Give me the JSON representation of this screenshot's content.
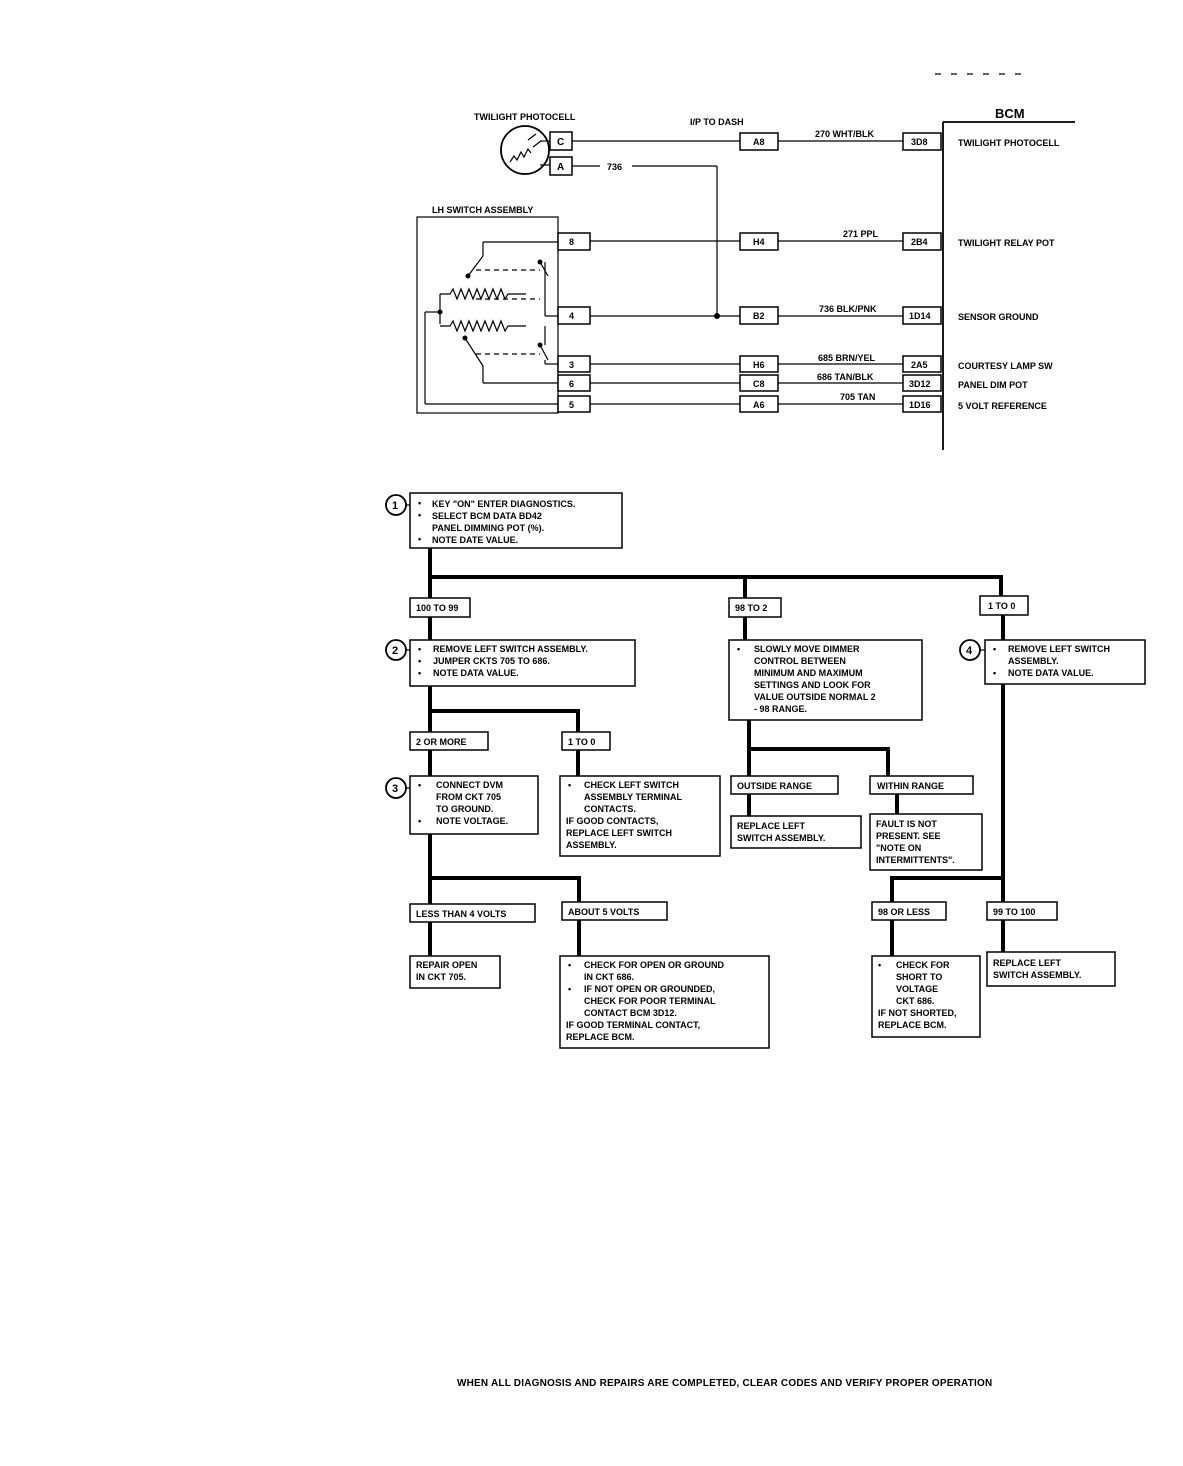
{
  "schematic": {
    "bcm_title": "BCM",
    "photocell_label": "TWILIGHT PHOTOCELL",
    "ip_to_dash_label": "I/P TO DASH",
    "lh_switch_label": "LH SWITCH ASSEMBLY",
    "photocell_pins": [
      "C",
      "A"
    ],
    "wire_736": "736",
    "switch_pins": [
      "8",
      "4",
      "3",
      "6",
      "5"
    ],
    "dash_connectors": [
      "A8",
      "H4",
      "B2",
      "H6",
      "C8",
      "A6"
    ],
    "wires": [
      "270 WHT/BLK",
      "271 PPL",
      "736 BLK/PNK",
      "685 BRN/YEL",
      "686 TAN/BLK",
      "705 TAN"
    ],
    "bcm_pins": [
      "3D8",
      "2B4",
      "1D14",
      "2A5",
      "3D12",
      "1D16"
    ],
    "bcm_functions": [
      "TWILIGHT PHOTOCELL",
      "TWILIGHT RELAY POT",
      "SENSOR GROUND",
      "COURTESY LAMP SW",
      "PANEL DIM POT",
      "5 VOLT REFERENCE"
    ]
  },
  "flowchart": {
    "steps": [
      "1",
      "2",
      "3",
      "4"
    ],
    "box1": [
      "KEY \"ON\" ENTER DIAGNOSTICS.",
      "SELECT BCM DATA BD42",
      "PANEL DIMMING POT (%).",
      "NOTE DATE VALUE."
    ],
    "branch_top": [
      "100 TO 99",
      "98 TO 2",
      "1 TO 0"
    ],
    "box2": [
      "REMOVE LEFT SWITCH ASSEMBLY.",
      "JUMPER CKTS 705 TO 686.",
      "NOTE DATA VALUE."
    ],
    "box_mid": [
      "SLOWLY MOVE DIMMER",
      "CONTROL BETWEEN",
      "MINIMUM AND MAXIMUM",
      "SETTINGS AND LOOK FOR",
      "VALUE OUTSIDE NORMAL 2",
      "- 98 RANGE."
    ],
    "box4": [
      "REMOVE LEFT SWITCH",
      "ASSEMBLY.",
      "NOTE DATA VALUE."
    ],
    "branch_2": [
      "2 OR MORE",
      "1 TO 0"
    ],
    "branch_mid": [
      "OUTSIDE RANGE",
      "WITHIN RANGE"
    ],
    "box3": [
      "CONNECT DVM",
      "FROM CKT 705",
      "TO GROUND.",
      "NOTE VOLTAGE."
    ],
    "box_check_contacts": [
      "CHECK LEFT SWITCH",
      "ASSEMBLY TERMINAL",
      "CONTACTS.",
      "IF GOOD CONTACTS,",
      "REPLACE LEFT SWITCH",
      "ASSEMBLY."
    ],
    "box_replace_mid": [
      "REPLACE LEFT",
      "SWITCH ASSEMBLY."
    ],
    "box_fault": [
      "FAULT IS NOT",
      "PRESENT. SEE",
      "\"NOTE ON",
      "INTERMITTENTS\"."
    ],
    "branch_3": [
      "LESS THAN 4 VOLTS",
      "ABOUT 5 VOLTS"
    ],
    "branch_4": [
      "98 OR LESS",
      "99 TO 100"
    ],
    "box_repair": [
      "REPAIR OPEN",
      "IN CKT 705."
    ],
    "box_check_open": [
      "CHECK FOR OPEN OR GROUND",
      "IN CKT 686.",
      "IF NOT OPEN OR GROUNDED,",
      "CHECK FOR POOR TERMINAL",
      "CONTACT BCM 3D12.",
      "IF GOOD TERMINAL CONTACT,",
      "REPLACE BCM."
    ],
    "box_check_short": [
      "CHECK FOR",
      "SHORT TO",
      "VOLTAGE",
      "CKT 686.",
      "IF NOT SHORTED,",
      "REPLACE BCM."
    ],
    "box_replace_right": [
      "REPLACE LEFT",
      "SWITCH ASSEMBLY."
    ]
  },
  "footer": "WHEN ALL DIAGNOSIS AND REPAIRS ARE COMPLETED, CLEAR CODES AND VERIFY PROPER OPERATION"
}
